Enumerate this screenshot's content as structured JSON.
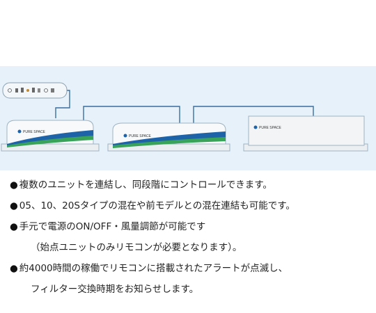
{
  "diagram": {
    "brand_label": "PURE SPACE",
    "colors": {
      "background": "#e6f1f9",
      "connector": "#3a6ea0",
      "unit_shell": "#f7f9fb",
      "unit_outline": "#9fb2c2",
      "wave_blue": "#1e63a8",
      "wave_green": "#3aa35a",
      "tray": "#eceff1"
    },
    "icons": [
      "remote-control-icon",
      "air-unit-icon",
      "air-unit-box-icon"
    ]
  },
  "bullets": [
    {
      "mark": "●",
      "text": "複数のユニットを連結し、同段階にコントロールできます。"
    },
    {
      "mark": "●",
      "text": "05、10、20Sタイプの混在や前モデルとの混在連結も可能です。"
    },
    {
      "mark": "●",
      "text": "手元で電源のON/OFF・風量調節が可能です"
    },
    {
      "mark": "",
      "text": "（始点ユニットのみリモコンが必要となります）。"
    },
    {
      "mark": "●",
      "text": "約4000時間の稼働でリモコンに搭載されたアラートが点滅し、"
    },
    {
      "mark": "",
      "text": "フィルター交換時期をお知らせします。"
    }
  ]
}
